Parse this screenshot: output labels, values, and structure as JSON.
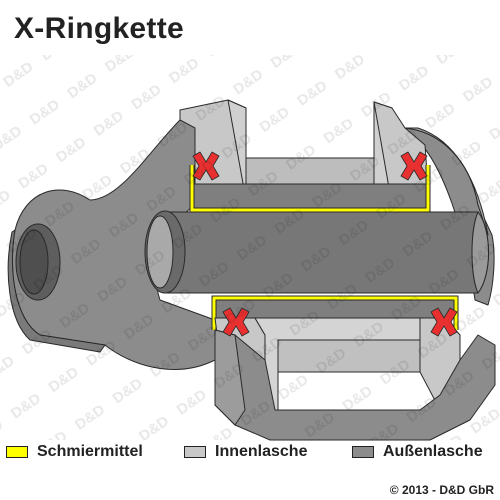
{
  "title": "X-Ringkette",
  "watermark": "D&D",
  "legend": [
    {
      "label": "Schmiermittel",
      "color": "#ffff00"
    },
    {
      "label": "Innenlasche",
      "color": "#c8c8c8"
    },
    {
      "label": "Außenlasche",
      "color": "#8c8c8c"
    }
  ],
  "copyright": "© 2013 - D&D GbR",
  "colors": {
    "outer_plate": "#8c8c8c",
    "inner_plate": "#c8c8c8",
    "lubricant": "#ffff00",
    "seal_ring": "#e83030",
    "outline": "#2a2a2a"
  }
}
